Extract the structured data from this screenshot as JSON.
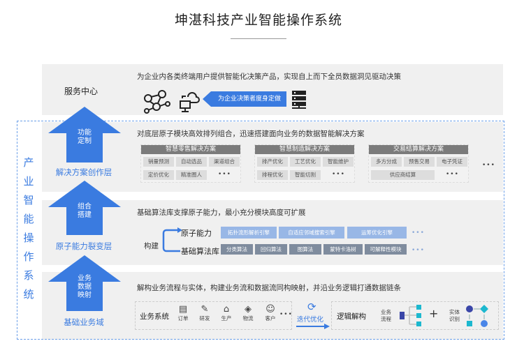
{
  "title": "坤湛科技产业智能操作系统",
  "vertical_title": [
    "产",
    "业",
    "智",
    "能",
    "操",
    "作",
    "系",
    "统"
  ],
  "service_center": {
    "label": "服务中心",
    "desc": "为企业内各类终端用户提供智能化决策产品，实现自上而下全员数据洞见驱动决策",
    "tag": "为企业决策者度身定做"
  },
  "solution_layer": {
    "label": "解决方案创作层",
    "arrow": [
      "功能",
      "定制"
    ],
    "desc": "对底层原子模块高效排列组合，迅速搭建面向业务的数据智能解决方案",
    "cards": [
      {
        "title": "智慧零售解决方案",
        "items": [
          "销量预测",
          "自动选品",
          "渠道组合",
          "定价优化",
          "精准圈人",
          "•••"
        ]
      },
      {
        "title": "智慧制造解决方案",
        "items": [
          "排产优化",
          "工艺优化",
          "智能维护",
          "排程优化",
          "智能切割",
          "•••"
        ]
      },
      {
        "title": "交易结算解决方案",
        "items": [
          "多方分成",
          "预售交易",
          "电子凭证",
          "供应商结算",
          "•••"
        ]
      }
    ],
    "more": "•••"
  },
  "atomic_layer": {
    "label": "原子能力裂变层",
    "arrow": [
      "组合",
      "搭建"
    ],
    "desc": "基础算法库支撑原子能力，最小充分模块高度可扩展",
    "build": "构建",
    "row1_label": "原子能力",
    "row1": [
      "拓扑流形解析引擎",
      "自适应邻域搜索引擎",
      "运筹优化引擎"
    ],
    "row2_label": "基础算法库",
    "row2": [
      "分类算法",
      "回归算法",
      "图算法",
      "蒙特卡洛树",
      "可解释性模块"
    ],
    "more": "•••"
  },
  "base_layer": {
    "label": "基础业务域",
    "arrow": [
      "业务",
      "数据",
      "映射"
    ],
    "desc": "解构业务流程与实体，构建业务流和数据流同构映射，并沿业务逻辑打通数据链条",
    "biz_system": "业务系统",
    "biz_items": [
      "订单",
      "研发",
      "生产",
      "物流",
      "客户"
    ],
    "more": "•••",
    "iterate": "迭代优化",
    "logic": "逻辑解构",
    "flow": [
      "业务",
      "流程"
    ],
    "plus": "+",
    "entity": [
      "实体",
      "识别"
    ]
  },
  "colors": {
    "accent": "#3a7be0",
    "panel": "#f0f0f0"
  }
}
